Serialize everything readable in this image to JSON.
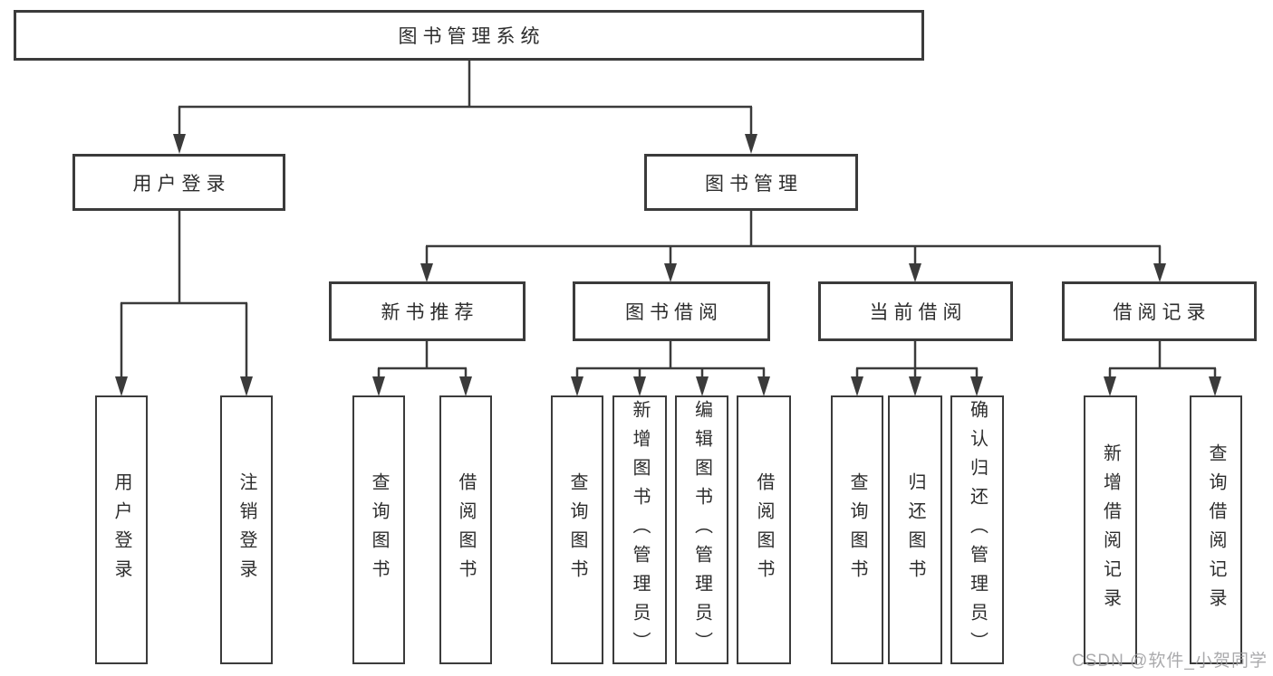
{
  "diagram": {
    "title": "图书管理系统",
    "tree": {
      "label": "图书管理系统",
      "children": [
        {
          "label": "用户登录",
          "children": [
            {
              "label": "用户登录"
            },
            {
              "label": "注销登录"
            }
          ]
        },
        {
          "label": "图书管理",
          "children": [
            {
              "label": "新书推荐",
              "children": [
                {
                  "label": "查询图书"
                },
                {
                  "label": "借阅图书"
                }
              ]
            },
            {
              "label": "图书借阅",
              "children": [
                {
                  "label": "查询图书"
                },
                {
                  "label": "新增图书（管理员）"
                },
                {
                  "label": "编辑图书（管理员）"
                },
                {
                  "label": "借阅图书"
                }
              ]
            },
            {
              "label": "当前借阅",
              "children": [
                {
                  "label": "查询图书"
                },
                {
                  "label": "归还图书"
                },
                {
                  "label": "确认归还（管理员）"
                }
              ]
            },
            {
              "label": "借阅记录",
              "children": [
                {
                  "label": "新增借阅记录"
                },
                {
                  "label": "查询借阅记录"
                }
              ]
            }
          ]
        }
      ]
    },
    "colors": {
      "line": "#3b3b3b",
      "text": "#2d2d2d",
      "background": "#ffffff",
      "watermark": "#9b9b9e"
    }
  },
  "watermark": {
    "text": "CSDN @软件_小贺同学"
  }
}
